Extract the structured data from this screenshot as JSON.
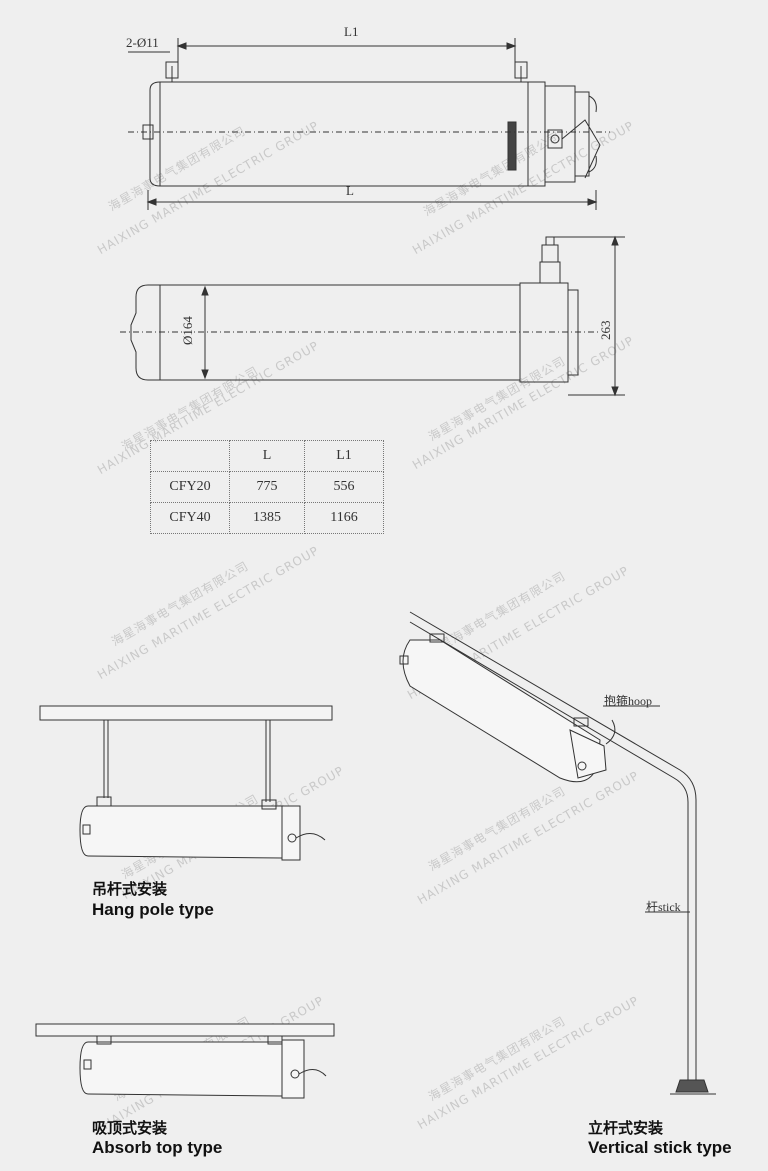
{
  "dimensions": {
    "holes": "2-Ø11",
    "L1": "L1",
    "L": "L",
    "diameter": "Ø164",
    "height": "263"
  },
  "table": {
    "headers": [
      "",
      "L",
      "L1"
    ],
    "rows": [
      [
        "CFY20",
        "775",
        "556"
      ],
      [
        "CFY40",
        "1385",
        "1166"
      ]
    ]
  },
  "labels": {
    "hoop": "抱箍hoop",
    "stick": "杆stick"
  },
  "captions": {
    "hang_cn": "吊杆式安装",
    "hang_en": "Hang pole type",
    "absorb_cn": "吸顶式安装",
    "absorb_en": "Absorb top type",
    "vertical_cn": "立杆式安装",
    "vertical_en": "Vertical stick type"
  },
  "watermark": {
    "cn": "海星海事电气集团有限公司",
    "en": "HAIXING MARITIME ELECTRIC GROUP"
  }
}
